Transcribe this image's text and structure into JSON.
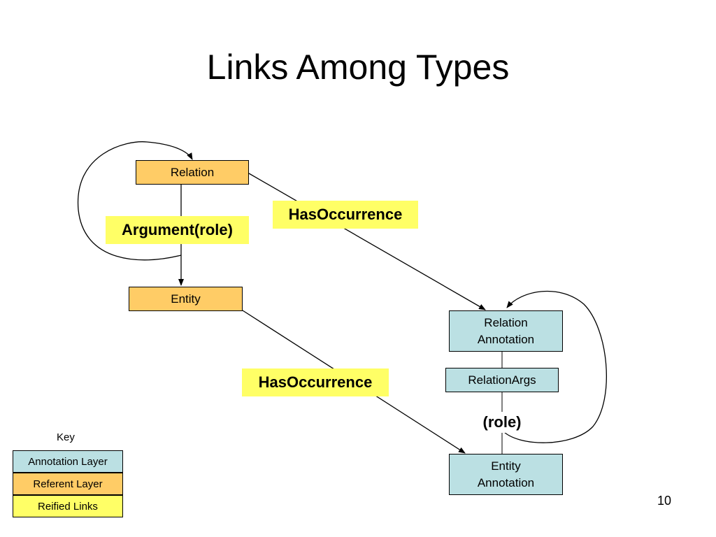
{
  "title": "Links Among Types",
  "nodes": {
    "relation": "Relation",
    "entity": "Entity",
    "relation_annotation": "Relation\nAnnotation",
    "relation_args": "RelationArgs",
    "entity_annotation": "Entity\nAnnotation"
  },
  "labels": {
    "argument_role": "Argument(role)",
    "has_occurrence_1": "HasOccurrence",
    "has_occurrence_2": "HasOccurrence",
    "role": "(role)"
  },
  "key": {
    "title": "Key",
    "items": [
      {
        "label": "Annotation Layer",
        "color": "#bbe0e3"
      },
      {
        "label": "Referent Layer",
        "color": "#ffcc66"
      },
      {
        "label": "Reified Links",
        "color": "#ffff66"
      }
    ]
  },
  "page_number": "10"
}
